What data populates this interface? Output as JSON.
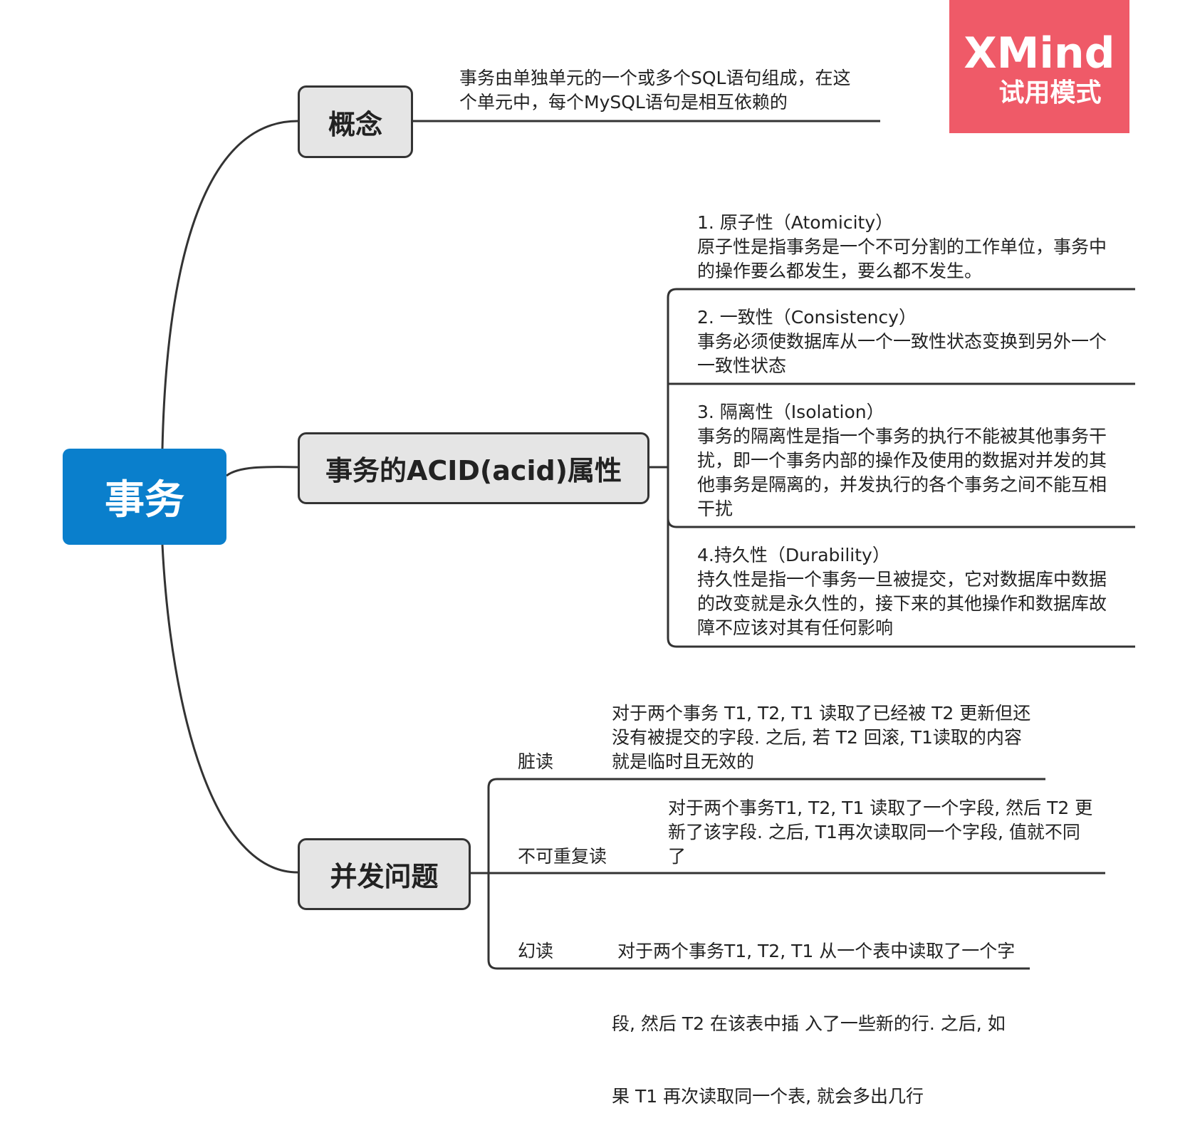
{
  "watermark": {
    "brand": "XMind",
    "mode": "试用模式"
  },
  "root": {
    "label": "事务"
  },
  "branches": {
    "concept": {
      "label": "概念",
      "text": [
        "事务由单独单元的一个或多个SQL语句组成，在这",
        "个单元中，每个MySQL语句是相互依赖的"
      ]
    },
    "acid": {
      "label": "事务的ACID(acid)属性",
      "items": [
        {
          "lines": [
            "1. 原子性（Atomicity）",
            "原子性是指事务是一个不可分割的工作单位，事务中",
            "的操作要么都发生，要么都不发生。"
          ]
        },
        {
          "lines": [
            "2. 一致性（Consistency）",
            "事务必须使数据库从一个一致性状态变换到另外一个",
            "一致性状态"
          ]
        },
        {
          "lines": [
            "3. 隔离性（Isolation）",
            "事务的隔离性是指一个事务的执行不能被其他事务干",
            "扰，即一个事务内部的操作及使用的数据对并发的其",
            "他事务是隔离的，并发执行的各个事务之间不能互相",
            "干扰"
          ]
        },
        {
          "lines": [
            "4.持久性（Durability）",
            "持久性是指一个事务一旦被提交，它对数据库中数据",
            "的改变就是永久性的，接下来的其他操作和数据库故",
            "障不应该对其有任何影响"
          ]
        }
      ]
    },
    "concurrency": {
      "label": "并发问题",
      "items": [
        {
          "name": "脏读",
          "lines": [
            "对于两个事务 T1, T2, T1 读取了已经被 T2 更新但还",
            "没有被提交的字段. 之后, 若 T2 回滚, T1读取的内容",
            "就是临时且无效的"
          ]
        },
        {
          "name": "不可重复读",
          "lines": [
            "对于两个事务T1, T2, T1 读取了一个字段, 然后 T2 更",
            "新了该字段. 之后, T1再次读取同一个字段, 值就不同",
            "了"
          ]
        },
        {
          "name": "幻读",
          "lines": [
            " 对于两个事务T1, T2, T1 从一个表中读取了一个字",
            "段, 然后 T2 在该表中插 入了一些新的行. 之后, 如",
            "果 T1 再次读取同一个表, 就会多出几行"
          ]
        }
      ]
    }
  }
}
